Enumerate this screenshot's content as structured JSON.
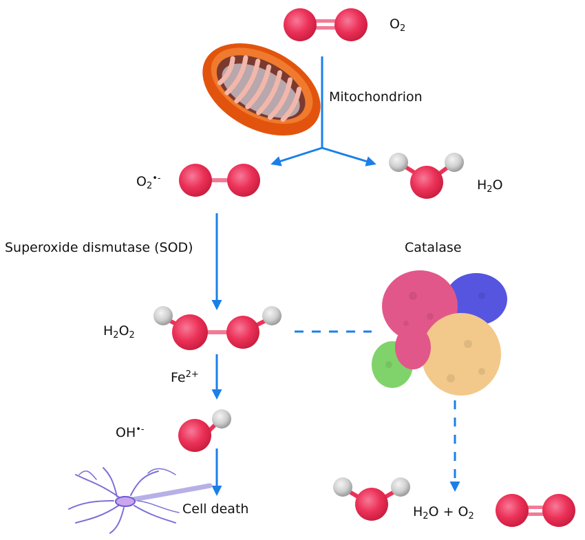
{
  "colors": {
    "arrow": "#1a7fe8",
    "oxygen": "#ec3158",
    "hydrogen": "#c9c9c9",
    "mitochondrion_outer": "#e85a10",
    "mitochondrion_inner": "#f3b7aa",
    "catalase_pink": "#e2578a",
    "catalase_blue": "#5555e0",
    "catalase_tan": "#f2c98a",
    "catalase_green": "#7fd36a",
    "neuron": "#7b6fd6"
  },
  "labels": {
    "o2_top": {
      "main": "O",
      "sub": "2"
    },
    "mitochondrion": "Mitochondrion",
    "superoxide": {
      "main": "O",
      "sub": "2",
      "sup": "•-"
    },
    "water": {
      "pre": "H",
      "sub": "2",
      "post": "O"
    },
    "sod": "Superoxide dismutase (SOD)",
    "catalase": "Catalase",
    "h2o2": {
      "a": "H",
      "sub1": "2",
      "b": "O",
      "sub2": "2"
    },
    "fe": {
      "main": "Fe",
      "sup": "2+"
    },
    "hydroxyl": {
      "main": "OH",
      "sup": "•-"
    },
    "cell_death": "Cell death",
    "products": {
      "a": "H",
      "sub1": "2",
      "b": "O + O",
      "sub2": "2"
    }
  },
  "molecules": [
    {
      "name": "o2-top",
      "type": "O=O"
    },
    {
      "name": "superoxide",
      "type": "O-O"
    },
    {
      "name": "water-top",
      "type": "H2O"
    },
    {
      "name": "hydrogen-peroxide",
      "type": "H2O2"
    },
    {
      "name": "hydroxyl-radical",
      "type": "OH"
    },
    {
      "name": "water-bottom",
      "type": "H2O"
    },
    {
      "name": "o2-bottom",
      "type": "O=O"
    }
  ]
}
